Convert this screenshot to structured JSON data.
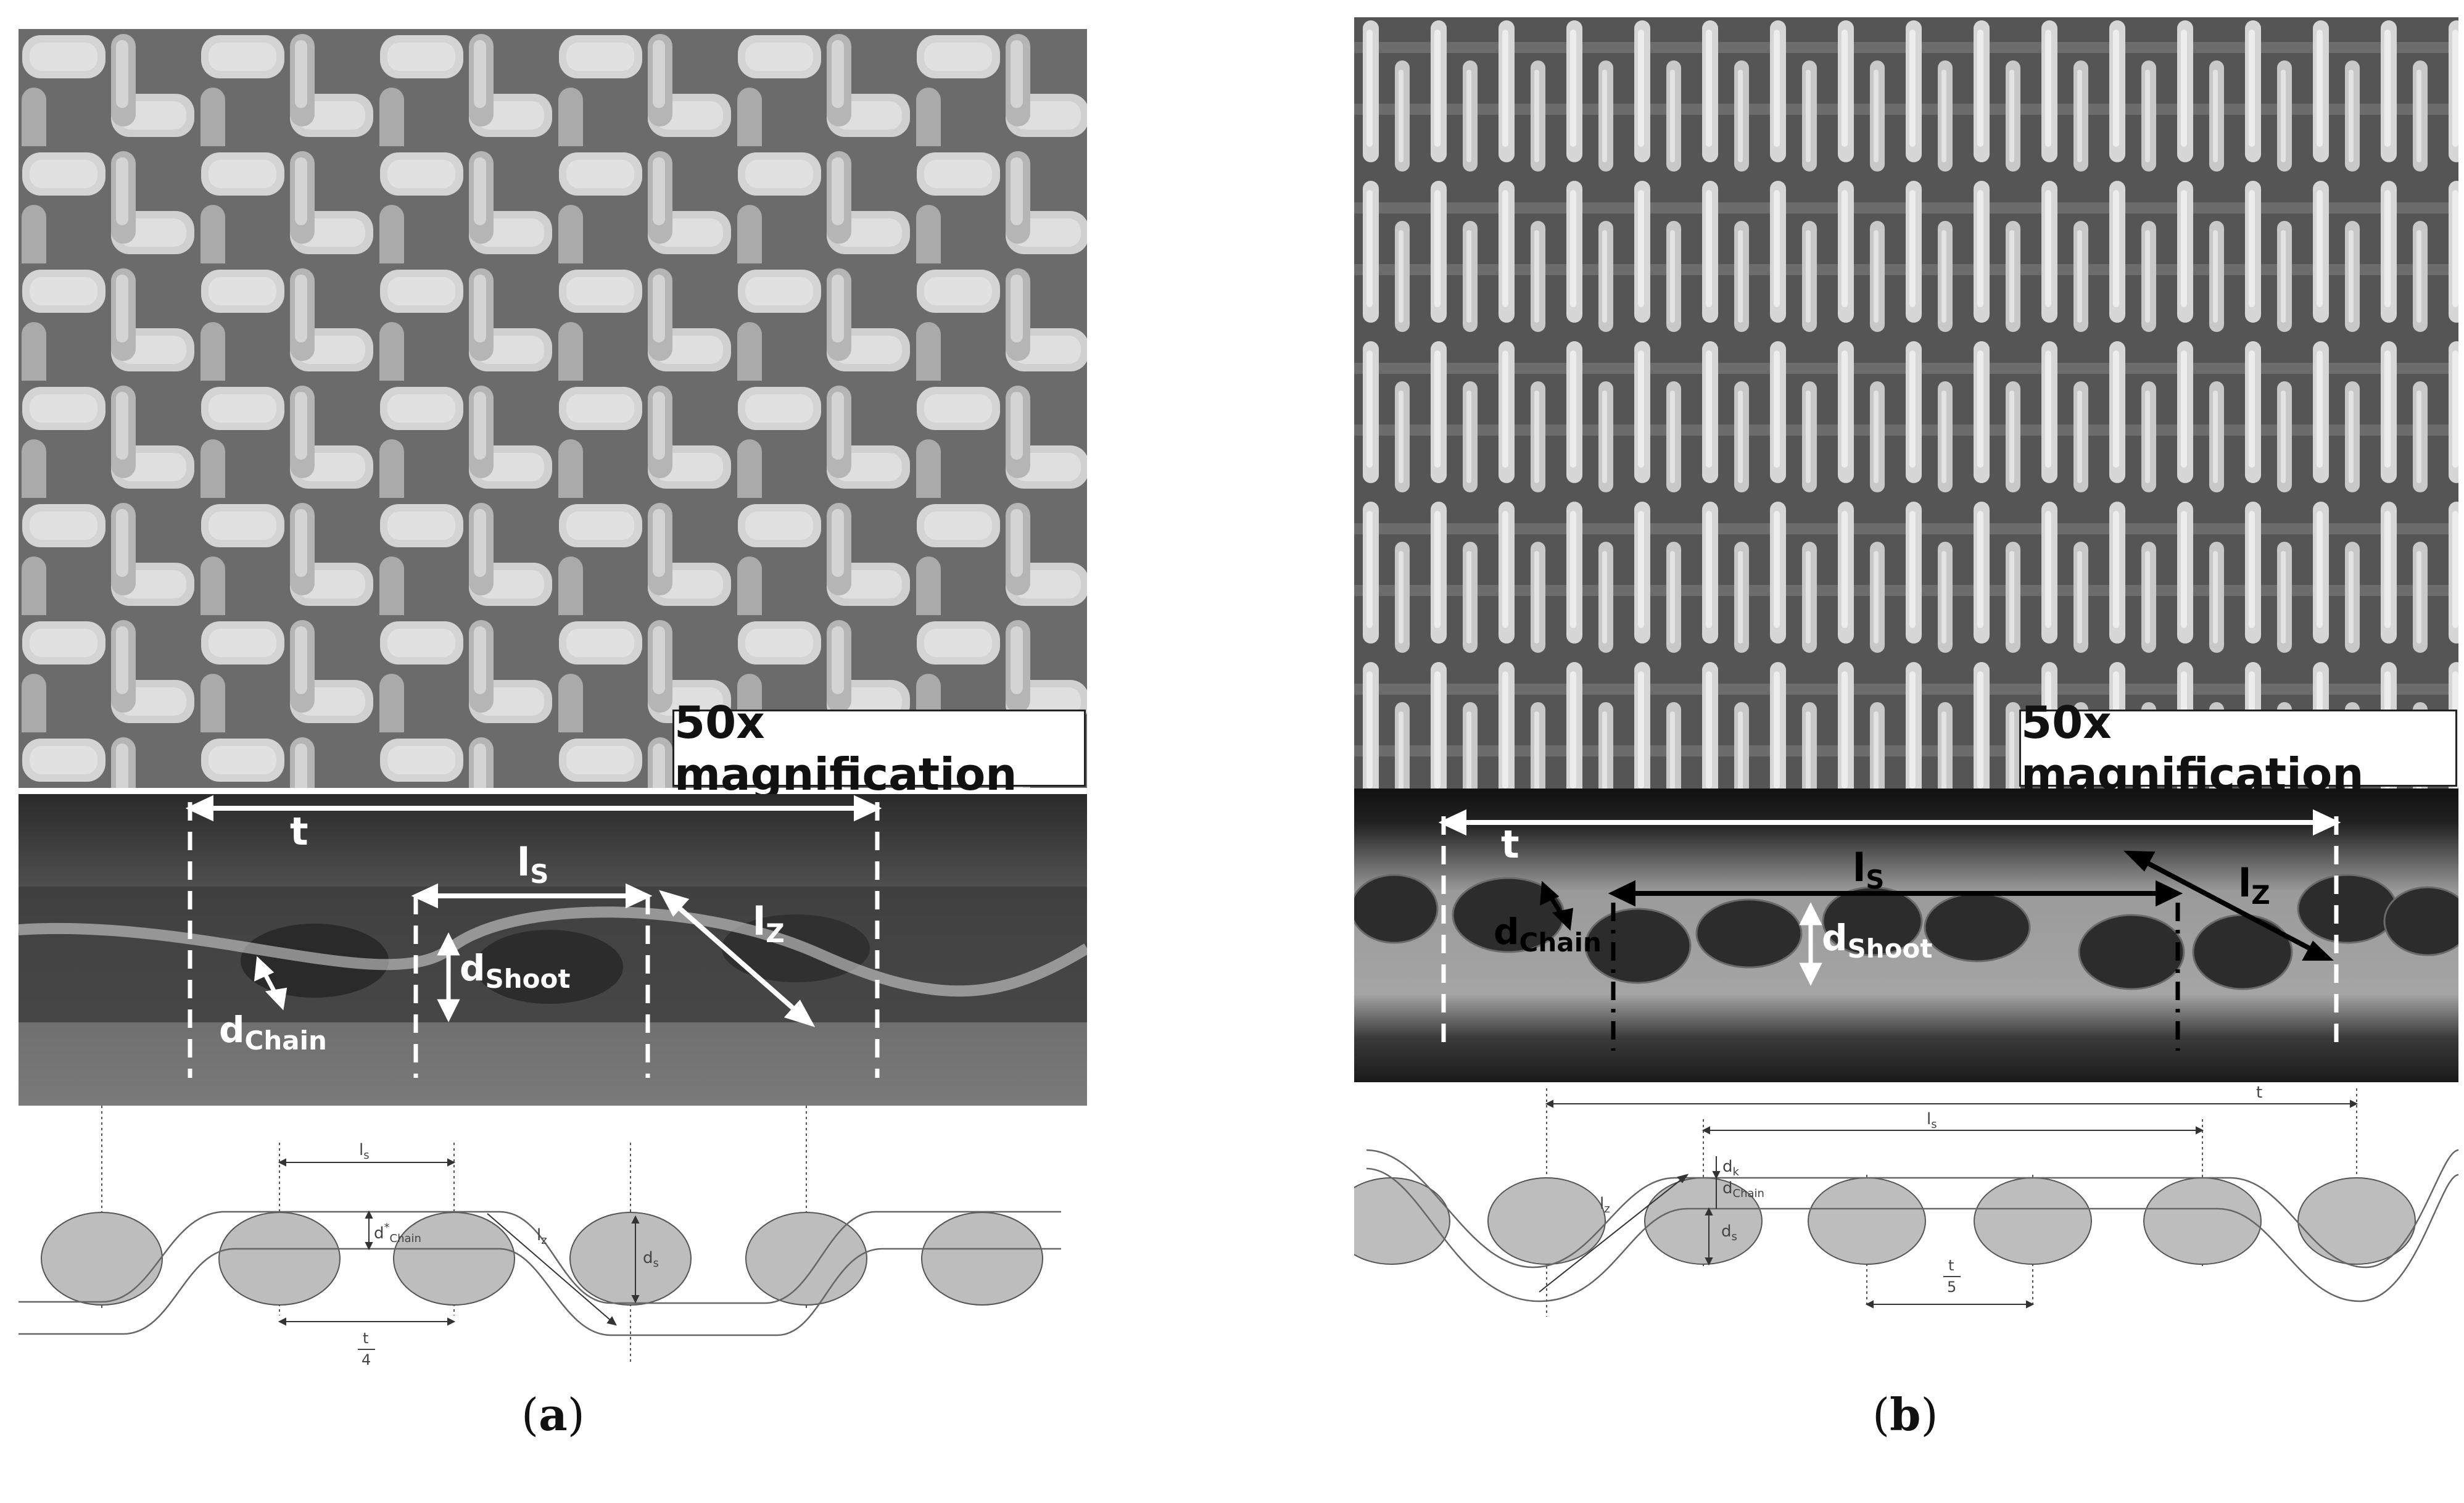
{
  "panels": [
    {
      "id": "a",
      "magnification_label": "50x magnification",
      "photo_labels": {
        "t": "t",
        "ls": "l",
        "ls_sub": "S",
        "lz": "l",
        "lz_sub": "Z",
        "dshoot": "d",
        "dshoot_sub": "Shoot",
        "dchain": "d",
        "dchain_sub": "Chain"
      },
      "schematic_labels": {
        "ls": "l",
        "ls_sub": "s",
        "dchain": "d",
        "dchain_sup": "*",
        "dchain_sub": "Chain",
        "lz": "l",
        "lz_sub": "z",
        "ds": "d",
        "ds_sub": "s",
        "frac_num": "t",
        "frac_den": "4"
      },
      "caption_open": "(",
      "caption_letter": "a",
      "caption_close": ")"
    },
    {
      "id": "b",
      "magnification_label": "50x magnification",
      "photo_labels": {
        "t": "t",
        "ls": "l",
        "ls_sub": "S",
        "lz": "l",
        "lz_sub": "Z",
        "dshoot": "d",
        "dshoot_sub": "Shoot",
        "dchain": "d",
        "dchain_sub": "Chain"
      },
      "schematic_labels": {
        "t": "t",
        "ls": "l",
        "ls_sub": "s",
        "dk": "d",
        "dk_sub": "k",
        "dchain": "d",
        "dchain_sub": "Chain",
        "lz": "l",
        "lz_sub": "z",
        "ds": "d",
        "ds_sub": "s",
        "frac_num": "t",
        "frac_den": "5"
      },
      "caption_open": "(",
      "caption_letter": "b",
      "caption_close": ")"
    }
  ],
  "colors": {
    "yarn_fill": "#bdbdbd",
    "marker_white": "#ffffff",
    "marker_black": "#000000",
    "line": "#555555"
  }
}
